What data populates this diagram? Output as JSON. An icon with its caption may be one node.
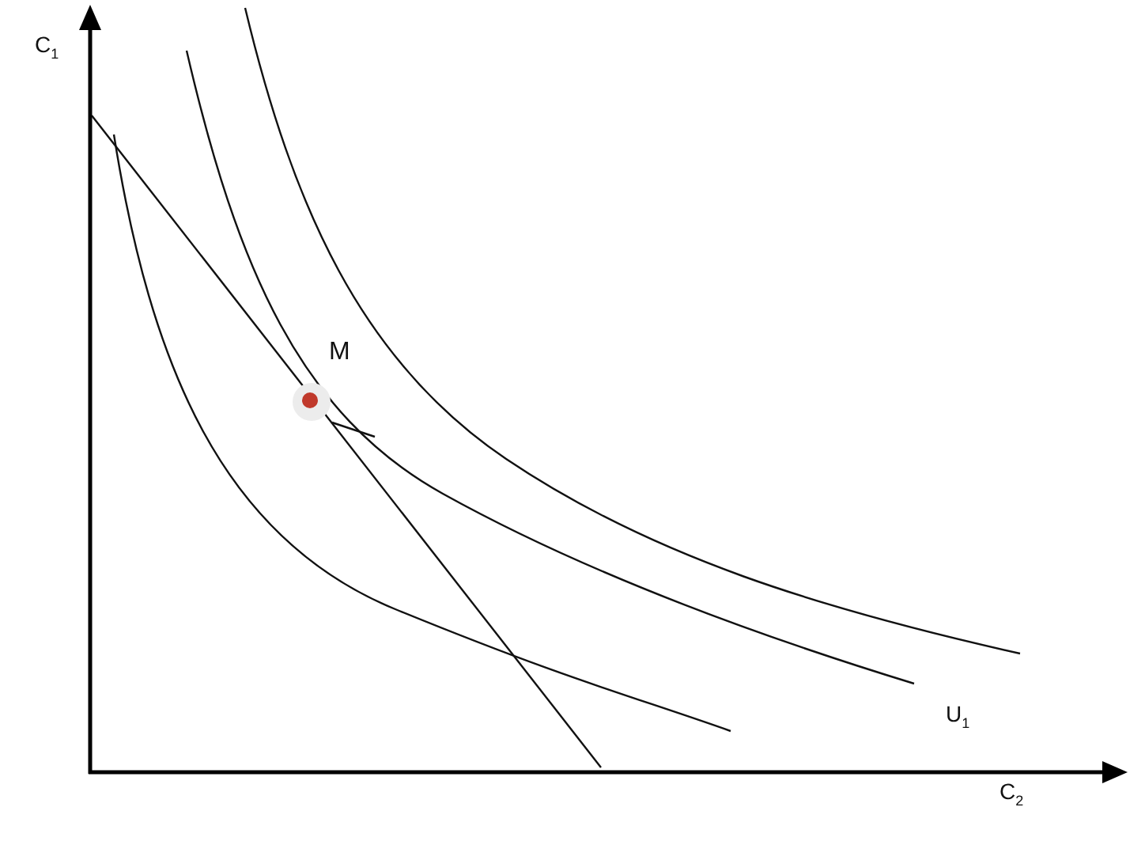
{
  "diagram": {
    "labels": [
      "C$_{1}$",
      "M",
      "U$_{1}$",
      "C$_{2}$"
    ]
  }
}
